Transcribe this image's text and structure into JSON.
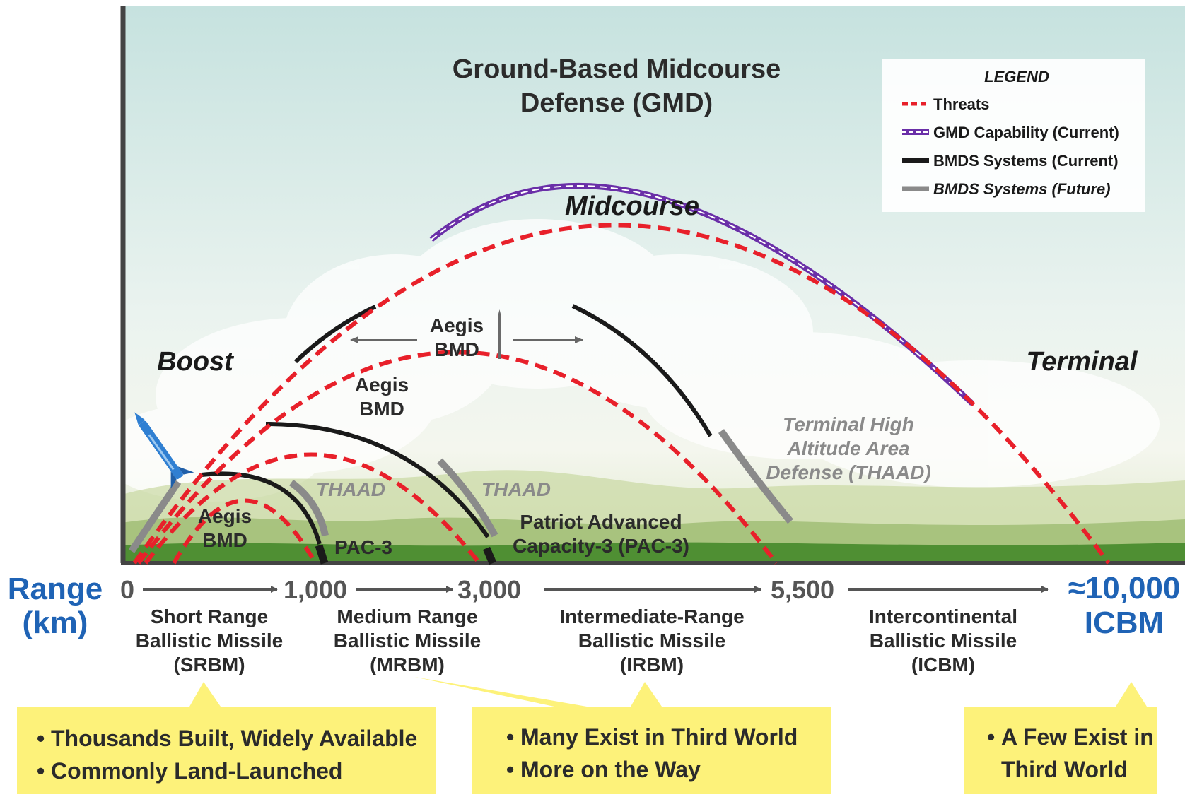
{
  "header": {
    "gmd_line1": "Ground-Based Midcourse",
    "gmd_line2": "Defense (GMD)"
  },
  "phases": {
    "boost": "Boost",
    "midcourse": "Midcourse",
    "terminal": "Terminal"
  },
  "legend": {
    "title": "LEGEND",
    "items": [
      {
        "label": "Threats",
        "style": "red-dashed",
        "color": "#e8202a"
      },
      {
        "label": "GMD Capability (Current)",
        "style": "purple-with-white-dash",
        "color": "#6a2fa8"
      },
      {
        "label": "BMDS Systems (Current)",
        "style": "black-solid",
        "color": "#1a1a1a"
      },
      {
        "label": "BMDS Systems (Future)",
        "style": "gray-solid",
        "color": "#8a8a8a"
      }
    ]
  },
  "systems": {
    "aegis_upper_1": "Aegis",
    "aegis_upper_2": "BMD",
    "aegis_mid_1": "Aegis",
    "aegis_mid_2": "BMD",
    "aegis_low_1": "Aegis",
    "aegis_low_2": "BMD",
    "thaad_1": "THAAD",
    "thaad_2": "THAAD",
    "pac3_short": "PAC-3",
    "patriot_1": "Patriot Advanced",
    "patriot_2": "Capacity-3 (PAC-3)",
    "thaad_full_1": "Terminal High",
    "thaad_full_2": "Altitude Area",
    "thaad_full_3": "Defense (THAAD)"
  },
  "axis": {
    "title_1": "Range",
    "title_2": "(km)",
    "ticks": [
      "0",
      "1,000",
      "3,000",
      "5,500",
      "≈10,000"
    ],
    "end_label": "ICBM",
    "categories": [
      {
        "l1": "Short Range",
        "l2": "Ballistic Missile",
        "l3": "(SRBM)"
      },
      {
        "l1": "Medium Range",
        "l2": "Ballistic Missile",
        "l3": "(MRBM)"
      },
      {
        "l1": "Intermediate-Range",
        "l2": "Ballistic Missile",
        "l3": "(IRBM)"
      },
      {
        "l1": "Intercontinental",
        "l2": "Ballistic Missile",
        "l3": "(ICBM)"
      }
    ]
  },
  "callouts": [
    {
      "b1": "Thousands Built, Widely Available",
      "b2": "Commonly Land-Launched"
    },
    {
      "b1": "Many Exist in Third World",
      "b2": "More on the Way"
    },
    {
      "b1": "A Few Exist in",
      "b2": "Third World"
    }
  ],
  "colors": {
    "threat": "#e8202a",
    "gmd": "#6a2fa8",
    "bmds_current": "#1a1a1a",
    "bmds_future": "#8a8a8a",
    "axis_blue": "#1f63b5",
    "callout": "#fdf27a",
    "sky_top": "#c8e3e0",
    "ground": "#3f8a2e"
  }
}
